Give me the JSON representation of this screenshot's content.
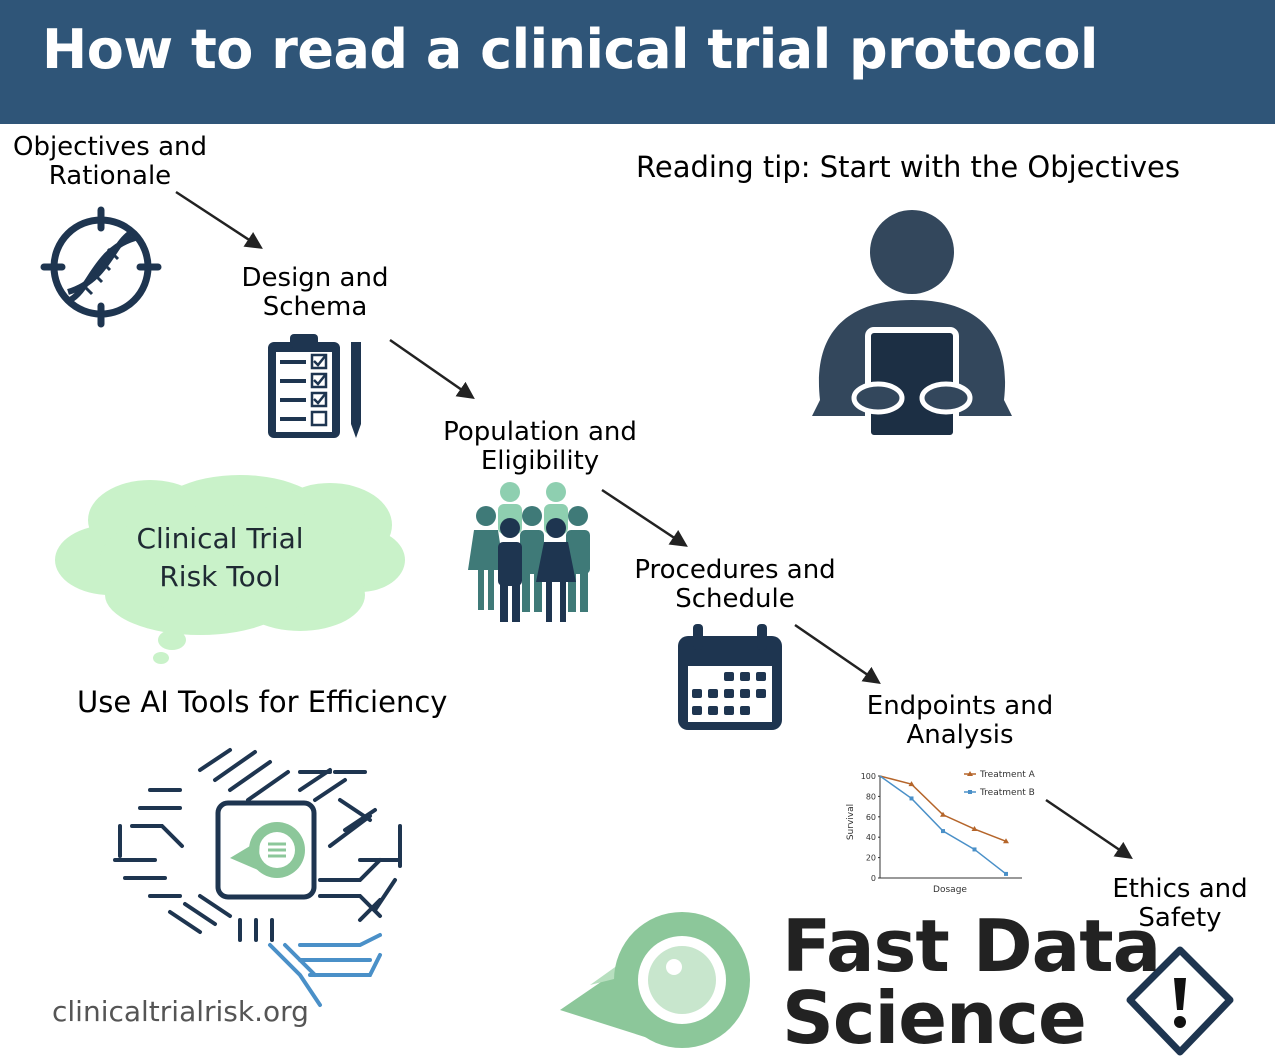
{
  "header": {
    "title": "How to read a clinical trial protocol"
  },
  "steps": [
    {
      "line1": "Objectives and",
      "line2": "Rationale",
      "icon": "dna-target-icon"
    },
    {
      "line1": "Design and",
      "line2": "Schema",
      "icon": "clipboard-checklist-icon"
    },
    {
      "line1": "Population and",
      "line2": "Eligibility",
      "icon": "people-group-icon"
    },
    {
      "line1": "Procedures and",
      "line2": "Schedule",
      "icon": "calendar-icon"
    },
    {
      "line1": "Endpoints and",
      "line2": "Analysis",
      "icon": "survival-chart-icon"
    },
    {
      "line1": "Ethics and",
      "line2": "Safety",
      "icon": "warning-diamond-icon"
    }
  ],
  "reading_tip": "Reading tip: Start with the Objectives",
  "ai_tip": "Use AI Tools for Efficiency",
  "cloud": {
    "line1": "Clinical Trial",
    "line2": "Risk Tool"
  },
  "url": "clinicaltrialrisk.org",
  "brand": {
    "line1": "Fast Data",
    "line2": "Science"
  },
  "colors": {
    "header_bg": "#2f5578",
    "icon_dark": "#1e3550",
    "people_teal": "#3f7a78",
    "cloud_green": "#c9f2c9",
    "brand_green": "#8cc79a",
    "line_orange": "#b5652a",
    "line_blue": "#4a90c8"
  },
  "chart_data": {
    "type": "line",
    "xlabel": "Dosage",
    "ylabel": "Survival",
    "ylim": [
      0,
      100
    ],
    "y_ticks": [
      "0",
      "20",
      "40",
      "60",
      "80",
      "100"
    ],
    "series": [
      {
        "name": "Treatment A",
        "values": [
          100,
          92,
          62,
          48,
          36
        ]
      },
      {
        "name": "Treatment B",
        "values": [
          100,
          78,
          46,
          28,
          4
        ]
      }
    ]
  }
}
